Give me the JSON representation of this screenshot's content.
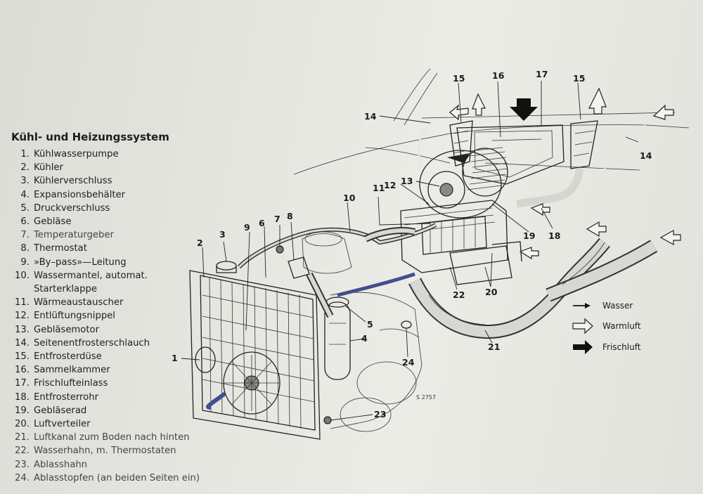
{
  "legend": {
    "title": "Kühl- und Heizungssystem",
    "items": [
      {
        "num": "1.",
        "label": "Kühlwasserpumpe"
      },
      {
        "num": "2.",
        "label": "Kühler"
      },
      {
        "num": "3.",
        "label": "Kühlerverschluss"
      },
      {
        "num": "4.",
        "label": "Expansionsbehälter"
      },
      {
        "num": "5.",
        "label": "Druckverschluss"
      },
      {
        "num": "6.",
        "label": "Gebläse"
      },
      {
        "num": "7.",
        "label": "Temperaturgeber"
      },
      {
        "num": "8.",
        "label": "Thermostat"
      },
      {
        "num": "9.",
        "label": "»By–pass»—Leitung"
      },
      {
        "num": "10.",
        "label": "Wassermantel, automat."
      },
      {
        "num": "",
        "label": "Starterklappe"
      },
      {
        "num": "11.",
        "label": "Wärmeaustauscher"
      },
      {
        "num": "12.",
        "label": "Entlüftungsnippel"
      },
      {
        "num": "13.",
        "label": "Gebläsemotor"
      },
      {
        "num": "14.",
        "label": "Seitenentfrosterschlauch"
      },
      {
        "num": "15.",
        "label": "Entfrosterdüse"
      },
      {
        "num": "16.",
        "label": "Sammelkammer"
      },
      {
        "num": "17.",
        "label": "Frischlufteinlass"
      },
      {
        "num": "18.",
        "label": "Entfrosterrohr"
      },
      {
        "num": "19.",
        "label": "Gebläserad"
      },
      {
        "num": "20.",
        "label": "Luftverteiler"
      },
      {
        "num": "21.",
        "label": "Luftkanal zum Boden nach hinten"
      },
      {
        "num": "22.",
        "label": "Wasserhahn, m. Thermostaten"
      },
      {
        "num": "23.",
        "label": "Ablasshahn"
      },
      {
        "num": "24.",
        "label": "Ablasstopfen (an beiden Seiten ein)"
      }
    ]
  },
  "key": {
    "water": "Wasser",
    "warm_air": "Warmluft",
    "fresh_air": "Frischluft"
  },
  "callouts": [
    "1",
    "2",
    "3",
    "4",
    "5",
    "6",
    "7",
    "8",
    "9",
    "10",
    "11",
    "12",
    "13",
    "14",
    "14",
    "15",
    "15",
    "16",
    "17",
    "18",
    "19",
    "20",
    "21",
    "22",
    "23",
    "24"
  ],
  "figure_ref": "S 2757"
}
